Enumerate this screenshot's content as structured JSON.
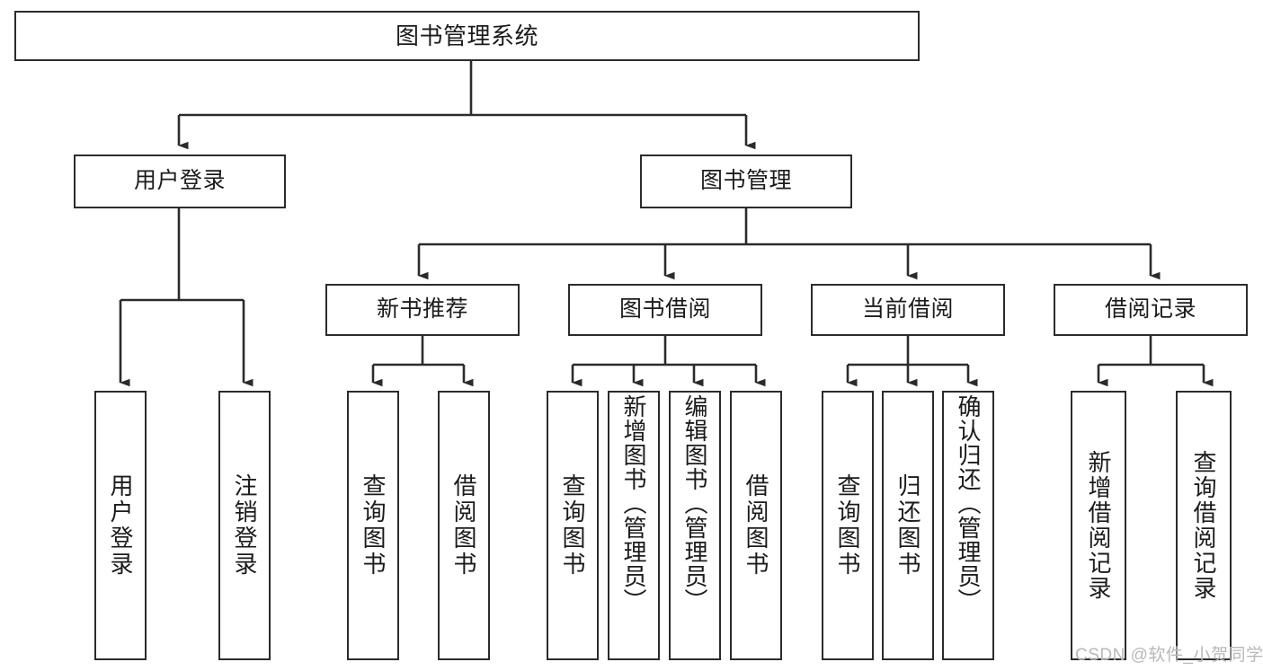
{
  "diagram": {
    "title": "图书管理系统",
    "watermark": "CSDN @软件_小贺同学",
    "style": {
      "line_color": "#2b2b2b",
      "box_fill": "#ffffff",
      "text_color": "#1b1b1b",
      "watermark_color": "#b8b8b8"
    },
    "root": {
      "label": "图书管理系统"
    },
    "level2": [
      {
        "label": "用户登录"
      },
      {
        "label": "图书管理"
      }
    ],
    "level3": [
      {
        "label": "新书推荐"
      },
      {
        "label": "图书借阅"
      },
      {
        "label": "当前借阅"
      },
      {
        "label": "借阅记录"
      }
    ],
    "leaves": {
      "user_login": [
        {
          "label": "用户登录"
        },
        {
          "label": "注销登录"
        }
      ],
      "new_book": [
        {
          "label": "查询图书"
        },
        {
          "label": "借阅图书"
        }
      ],
      "book_borrow": [
        {
          "label": "查询图书"
        },
        {
          "label": "新增图书（管理员）"
        },
        {
          "label": "编辑图书（管理员）"
        },
        {
          "label": "借阅图书"
        }
      ],
      "current_borrow": [
        {
          "label": "查询图书"
        },
        {
          "label": "归还图书"
        },
        {
          "label": "确认归还（管理员）"
        }
      ],
      "borrow_record": [
        {
          "label": "新增借阅记录"
        },
        {
          "label": "查询借阅记录"
        }
      ]
    }
  }
}
